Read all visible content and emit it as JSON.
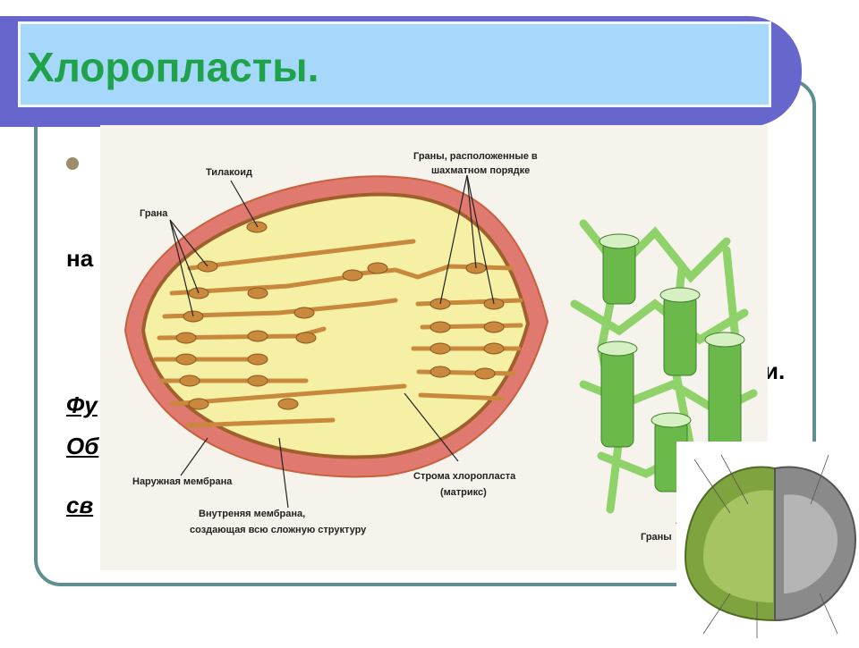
{
  "slide": {
    "title": "Хлоропласты."
  },
  "body_fragments": {
    "line1": "на",
    "line2": "и.",
    "line3": "Фу",
    "line4": "Об",
    "line5": "св"
  },
  "diagram": {
    "labels": {
      "thylakoid": "Тилакоид",
      "grana": "Грана",
      "grana_checker_1": "Граны, расположенные в",
      "grana_checker_2": "шахматном порядке",
      "outer_membrane": "Наружная мембрана",
      "inner_membrane_1": "Внутреняя мембрана,",
      "inner_membrane_2": "создающая всю сложную структуру",
      "stroma_1": "Строма хлоропласта",
      "stroma_2": "(матрикс)",
      "grany": "Граны"
    }
  },
  "colors": {
    "band": "#6666cc",
    "title_box": "#a5d8fa",
    "title_text": "#1fa24a",
    "frame_border": "#5f8f8f",
    "outer_membrane": "#e07a70",
    "stroma": "#f6f0a4",
    "grana_stack": "#c8893c",
    "thylakoid_3d": "#8fd26a"
  }
}
